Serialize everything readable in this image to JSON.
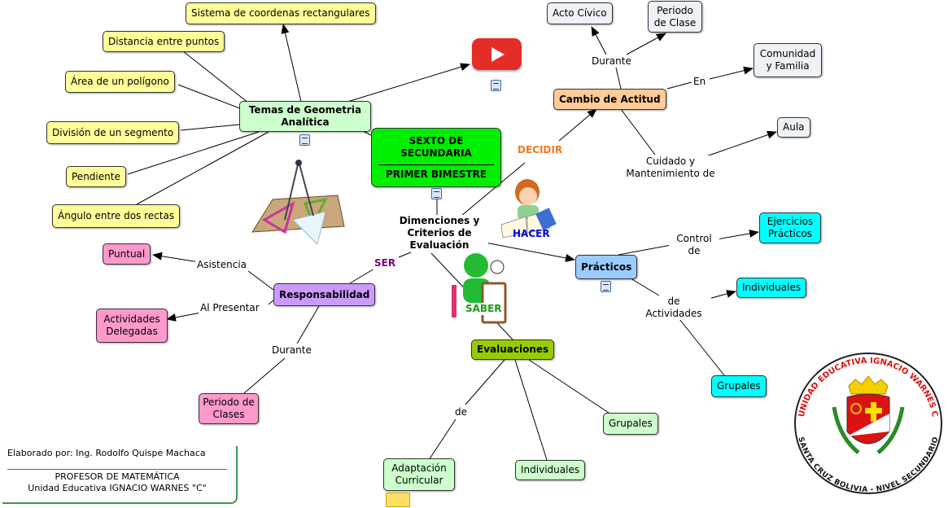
{
  "center": {
    "title_line1": "SEXTO DE",
    "title_line2": "SECUNDARIA",
    "subtitle": "PRIMER BIMESTRE"
  },
  "hub": {
    "label": "Dimenciones y Criterios de Evaluación"
  },
  "dimensions": {
    "decidir": "DECIDIR",
    "ser": "SER",
    "hacer": "HACER",
    "saber": "SABER"
  },
  "dimension_colors": {
    "decidir": "#f07820",
    "ser": "#800080",
    "hacer": "#0000dd",
    "saber": "#1a9a1a"
  },
  "temas": {
    "label": "Temas de Geometria Analítica",
    "items": [
      "Sistema de coordenas rectangulares",
      "Distancia entre puntos",
      "Área de un polígono",
      "División de un segmento",
      "Pendiente",
      "Ángulo entre dos rectas"
    ]
  },
  "decidir_branch": {
    "root": "Cambio de Actitud",
    "link_durante": "Durante",
    "acto": "Acto Cívico",
    "periodo": "Periodo de Clase",
    "link_en": "En",
    "comunidad": "Comunidad y Familia",
    "link_cuidado": "Cuidado y Mantenimiento de",
    "aula": "Aula"
  },
  "hacer_branch": {
    "root": "Prácticos",
    "link_control": "Control de",
    "ejercicios": "Ejercicios Prácticos",
    "link_actividades": "de Actividades",
    "individuales": "Individuales",
    "grupales": "Grupales"
  },
  "ser_branch": {
    "root": "Responsabilidad",
    "link_asistencia": "Asistencia",
    "puntual": "Puntual",
    "link_presentar": "Al Presentar",
    "actividades": "Actividades Delegadas",
    "link_durante": "Durante",
    "periodo": "Periodo de Clases"
  },
  "saber_branch": {
    "root": "Evaluaciones",
    "link_de": "de",
    "adaptacion": "Adaptación Curricular",
    "individuales": "Individuales",
    "grupales": "Grupales"
  },
  "credits": {
    "author": "Elaborado por: Ing. Rodolfo Quispe Machaca",
    "role": "PROFESOR DE MATEMÁTICA",
    "school": "Unidad Educativa IGNACIO WARNES \"C\""
  },
  "logo": {
    "top_text": "UNIDAD EDUCATIVA IGNACIO WARNES C",
    "bottom_text": "SANTA CRUZ BOLIVIA - NIVEL SECUNDARIO"
  },
  "icons": [
    "youtube-icon",
    "document-icon",
    "compass-geometry-image",
    "student-reading-image",
    "saber-figure-image",
    "school-logo"
  ]
}
